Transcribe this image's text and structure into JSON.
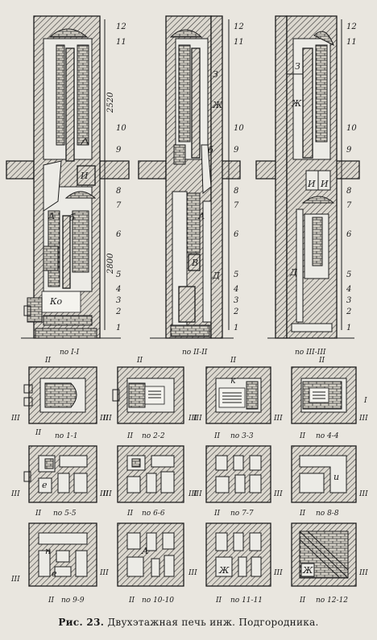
{
  "caption": {
    "figure_no": "Рис. 23.",
    "text": "Двухэтажная печь инж. Подгородника."
  },
  "elevation_labels": [
    "12",
    "11",
    "10",
    "9",
    "8",
    "7",
    "6",
    "5",
    "4",
    "3",
    "2",
    "1"
  ],
  "dimensions": [
    "2520",
    "2800"
  ],
  "elevations": [
    {
      "caption": "по I-I",
      "labels": {
        "a": "А",
        "b": "б",
        "i": "И",
        "ko": "Ко"
      }
    },
    {
      "caption": "по II-II",
      "labels": {
        "z": "З",
        "zh": "Ж",
        "b": "б",
        "a": "А",
        "v": "В",
        "d": "Д"
      }
    },
    {
      "caption": "по III-III",
      "labels": {
        "z": "З",
        "zh": "Ж",
        "i1": "И",
        "i2": "И",
        "d": "Д"
      }
    }
  ],
  "cut_marks": {
    "ii": "II",
    "iii": "III",
    "i": "I"
  },
  "plans": [
    {
      "caption": "по 1-1"
    },
    {
      "caption": "по 2-2"
    },
    {
      "caption": "по 3-3",
      "label": "к"
    },
    {
      "caption": "по 4-4"
    },
    {
      "caption": "по 5-5",
      "label": "е"
    },
    {
      "caption": "по 6-6"
    },
    {
      "caption": "по 7-7"
    },
    {
      "caption": "по 8-8",
      "label": "и"
    },
    {
      "caption": "по 9-9",
      "labels": [
        "н",
        "е"
      ]
    },
    {
      "caption": "по 10-10",
      "label": "А"
    },
    {
      "caption": "по 11-11",
      "label": "Ж"
    },
    {
      "caption": "по 12-12",
      "label": "Ж"
    }
  ]
}
